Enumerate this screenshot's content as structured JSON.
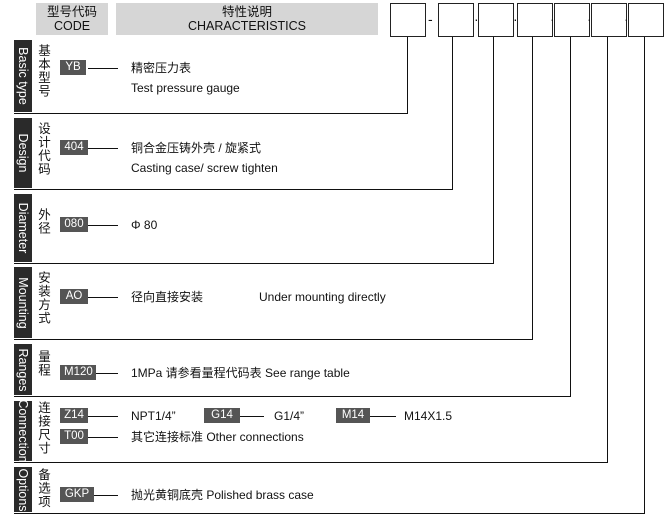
{
  "header": {
    "code_cn": "型号代码",
    "code_en": "CODE",
    "char_cn": "特性说明",
    "char_en": "CHARACTERISTICS",
    "sep_dash": "-",
    "sep_dot": "·"
  },
  "rows": {
    "basic": {
      "label_en": "Basic type",
      "label_cn": "基本型号",
      "code": "YB",
      "text_cn": "精密压力表",
      "text_en": "Test pressure gauge"
    },
    "design": {
      "label_en": "Design",
      "label_cn": "设计代码",
      "code": "404",
      "text_cn": "铜合金压铸外壳 / 旋紧式",
      "text_en": "Casting case/ screw tighten"
    },
    "diameter": {
      "label_en": "Diameter",
      "label_cn": "外径",
      "code": "080",
      "text": "Φ 80"
    },
    "mounting": {
      "label_en": "Mounting",
      "label_cn": "安装方式",
      "code": "AO",
      "text_cn": "径向直接安装",
      "text_en": "Under mounting directly"
    },
    "ranges": {
      "label_en": "Ranges",
      "label_cn": "量程",
      "code": "M120",
      "text": "1MPa 请参看量程代码表   See range table"
    },
    "connection": {
      "label_en": "Connection",
      "label_cn": "连接尺寸",
      "code1": "Z14",
      "text1": "NPT1/4”",
      "code2": "G14",
      "text2": "G1/4”",
      "code3": "M14",
      "text3": "M14X1.5",
      "code4": "T00",
      "text4": "其它连接标准  Other connections"
    },
    "options": {
      "label_en": "Options",
      "label_cn": "备选项",
      "code": "GKP",
      "text": "抛光黄铜底壳  Polished brass case"
    }
  }
}
